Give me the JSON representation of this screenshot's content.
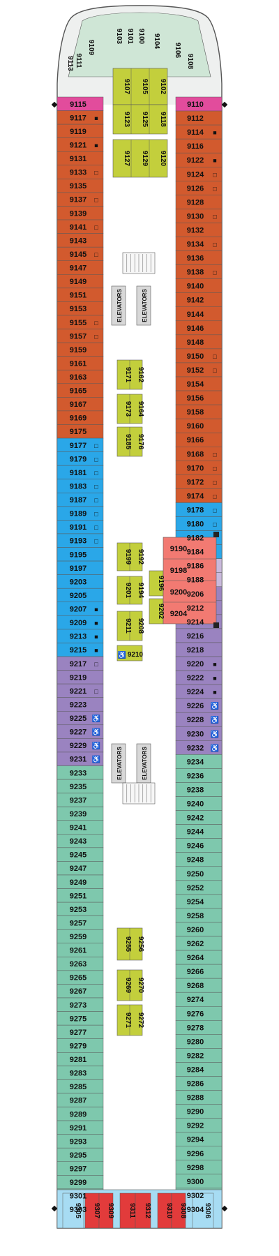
{
  "colors": {
    "hull": "#eef0ef",
    "hull_stroke": "#555555",
    "walkway": "#ffffff",
    "pale_green": "#cfe6d6",
    "pink": "#e24c9c",
    "orange": "#d25a2e",
    "blue": "#2aa7e8",
    "lavender": "#c9b9dc",
    "purple": "#9a83c0",
    "salmon": "#f27a72",
    "olive": "#c3cf3c",
    "teal": "#7ec8ad",
    "red": "#e23b3b",
    "light_blue": "#a7dcf3",
    "elevator": "#d8d8d8"
  },
  "labels": {
    "elevators_fwd_port": "ELEVATORS",
    "elevators_fwd_stbd": "ELEVATORS",
    "elevators_aft_port": "ELEVATORS",
    "elevators_aft_stbd": "ELEVATORS"
  },
  "icons": {
    "accessible": "♿",
    "connecting_filled": "■",
    "connecting_open": "□"
  },
  "cabins": {
    "bow": [
      "9113",
      "9111",
      "9109",
      "9103",
      "9101",
      "9100",
      "9104",
      "9106",
      "9108"
    ],
    "port": [
      "9115",
      "9117",
      "9119",
      "9121",
      "9131",
      "9133",
      "9135",
      "9137",
      "9139",
      "9141",
      "9143",
      "9145",
      "9147",
      "9149",
      "9151",
      "9153",
      "9155",
      "9157",
      "9159",
      "9161",
      "9163",
      "9165",
      "9167",
      "9169",
      "9175",
      "9177",
      "9179",
      "9181",
      "9183",
      "9187",
      "9189",
      "9191",
      "9193",
      "9195",
      "9197",
      "9203",
      "9205",
      "9207",
      "9209",
      "9213",
      "9215",
      "9217",
      "9219",
      "9221",
      "9223",
      "9225",
      "9227",
      "9229",
      "9231",
      "9233",
      "9235",
      "9237",
      "9239",
      "9241",
      "9243",
      "9245",
      "9247",
      "9249",
      "9251",
      "9253",
      "9257",
      "9259",
      "9261",
      "9263",
      "9265",
      "9267",
      "9273",
      "9275",
      "9277",
      "9279",
      "9281",
      "9283",
      "9285",
      "9287",
      "9289",
      "9291",
      "9293",
      "9295",
      "9297",
      "9299",
      "9301",
      "9303"
    ],
    "stbd": [
      "9110",
      "9112",
      "9114",
      "9116",
      "9122",
      "9124",
      "9126",
      "9128",
      "9130",
      "9132",
      "9134",
      "9136",
      "9138",
      "9140",
      "9142",
      "9144",
      "9146",
      "9148",
      "9150",
      "9152",
      "9154",
      "9156",
      "9158",
      "9160",
      "9166",
      "9168",
      "9170",
      "9172",
      "9174",
      "9178",
      "9180",
      "9182",
      "9184",
      "9186",
      "9188",
      "9206",
      "9212",
      "9214",
      "9216",
      "9218",
      "9220",
      "9222",
      "9224",
      "9226",
      "9228",
      "9230",
      "9232",
      "9234",
      "9236",
      "9238",
      "9240",
      "9242",
      "9244",
      "9246",
      "9248",
      "9250",
      "9252",
      "9254",
      "9258",
      "9260",
      "9262",
      "9264",
      "9266",
      "9268",
      "9274",
      "9276",
      "9278",
      "9280",
      "9282",
      "9284",
      "9286",
      "9288",
      "9290",
      "9292",
      "9294",
      "9296",
      "9298",
      "9300",
      "9302",
      "9304"
    ],
    "suites": [
      "9190",
      "9198",
      "9200",
      "9204"
    ],
    "center": [
      "9107",
      "9105",
      "9102",
      "9123",
      "9125",
      "9118",
      "9127",
      "9129",
      "9120",
      "9171",
      "9162",
      "9173",
      "9164",
      "9185",
      "9176",
      "9199",
      "9192",
      "9201",
      "9194",
      "9211",
      "9208",
      "9196",
      "9202",
      "9210",
      "9255",
      "9256",
      "9269",
      "9270",
      "9271",
      "9272"
    ],
    "stern": [
      "9305",
      "9307",
      "9309",
      "9311",
      "9312",
      "9310",
      "9308",
      "9306"
    ]
  }
}
